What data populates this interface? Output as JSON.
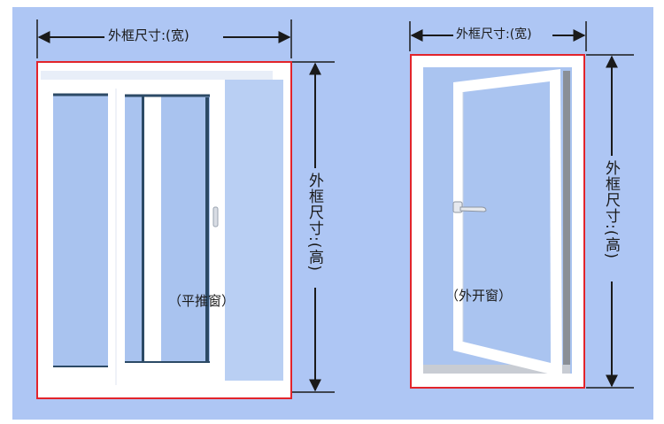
{
  "colors": {
    "background": "#aec6f4",
    "frame_outline": "#e2242b",
    "arrow": "#1a1a1a",
    "frame_white": "#ffffff",
    "glass": "#aac4f0",
    "dark_trim": "#2c4a66"
  },
  "sliding_window": {
    "width_label": "外框尺寸:(宽)",
    "height_label": "外框尺寸:(高)",
    "caption": "（平推窗）"
  },
  "casement_window": {
    "width_label": "外框尺寸:(宽)",
    "height_label": "外框尺寸:(高)",
    "caption": "（外开窗）"
  }
}
